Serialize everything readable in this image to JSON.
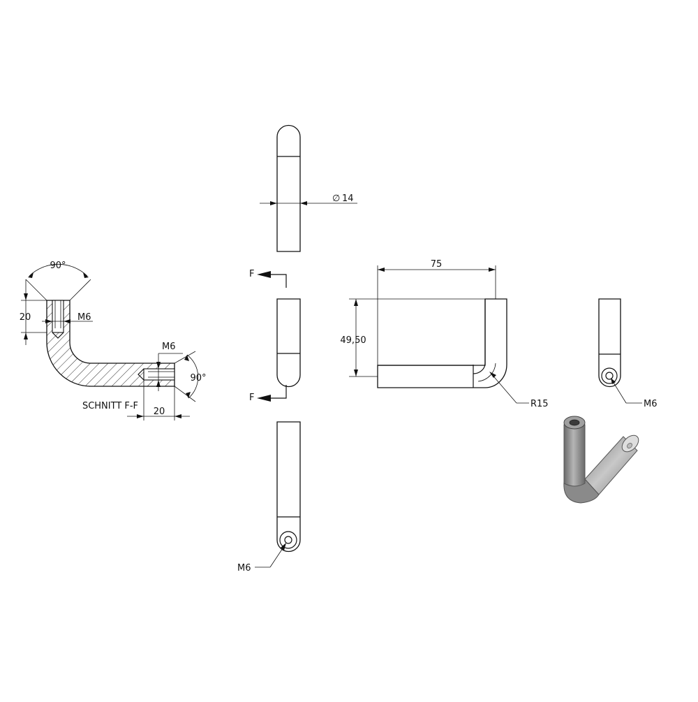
{
  "views": {
    "section": {
      "title": "SCHNITT F-F",
      "angle_top": "90°",
      "angle_right": "90°",
      "depth_vertical": "20",
      "depth_horizontal": "20",
      "thread_top": "M6",
      "thread_right": "M6"
    },
    "top": {
      "diameter_symbol": "∅",
      "diameter_value": "14"
    },
    "front": {
      "cut_label_top": "F",
      "cut_label_bottom": "F"
    },
    "bottom": {
      "thread": "M6"
    },
    "side": {
      "width": "75",
      "height": "49,50",
      "radius": "R15"
    },
    "end": {
      "thread": "M6"
    },
    "iso": {
      "colors": {
        "body": "#9a9a9a",
        "dark": "#6a6a6a",
        "light": "#c8c8c8"
      }
    }
  }
}
